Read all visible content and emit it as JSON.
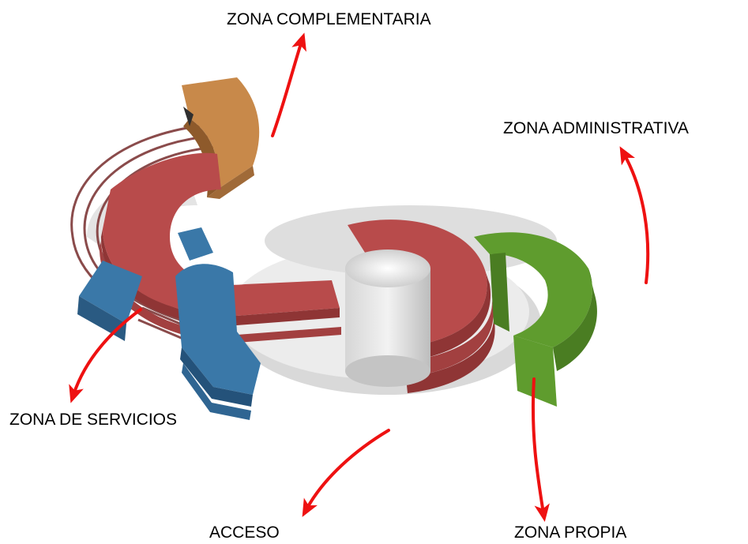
{
  "labels": {
    "zona_complementaria": "ZONA COMPLEMENTARIA",
    "zona_administrativa": "ZONA ADMINISTRATIVA",
    "zona_servicios": "ZONA DE SERVICIOS",
    "acceso": "ACCESO",
    "zona_propia": "ZONA PROPIA"
  },
  "colors": {
    "complementaria": "#c8894a",
    "servicios_red": "#b84b4b",
    "servicios_blue": "#3a78a8",
    "propia": "#5f9c2e",
    "base": "#e2e2e2",
    "arrow": "#ee1111"
  }
}
